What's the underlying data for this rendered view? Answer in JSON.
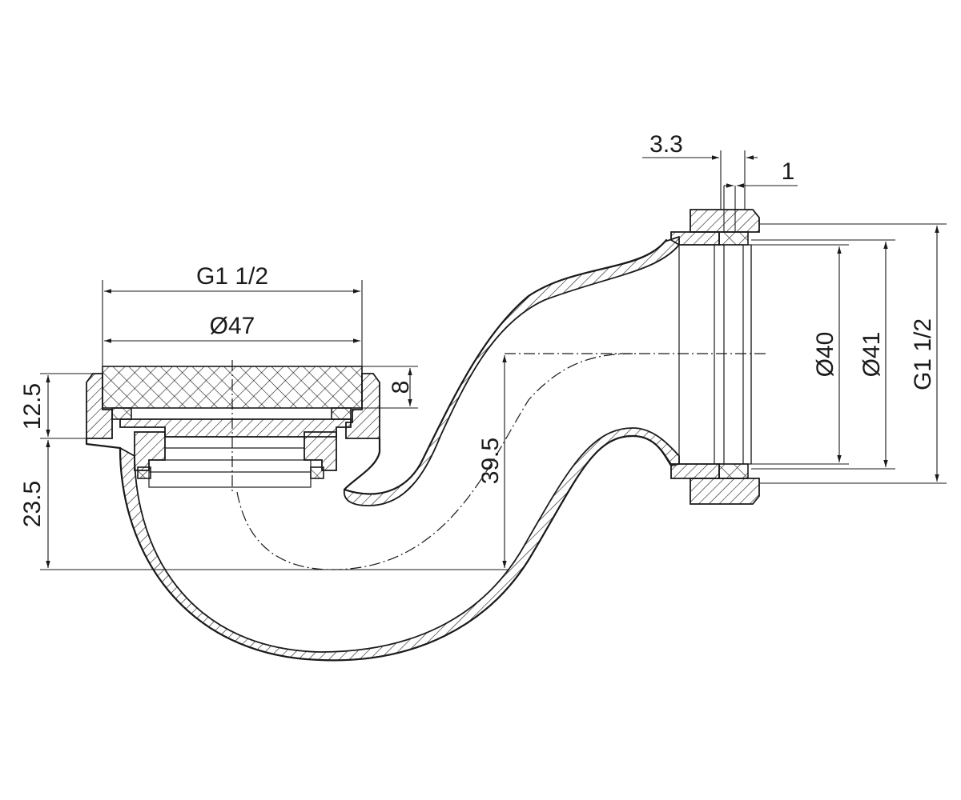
{
  "dimensions": {
    "thread_top": "G1 1/2",
    "dia_47": "Ø47",
    "insert_height": "8",
    "height_upper": "12.5",
    "height_lower": "23.5",
    "drop": "39.5",
    "flange_width": "3.3",
    "seal_width": "1",
    "dia_40": "Ø40",
    "dia_41": "Ø41",
    "thread_side": "G1 1/2"
  }
}
